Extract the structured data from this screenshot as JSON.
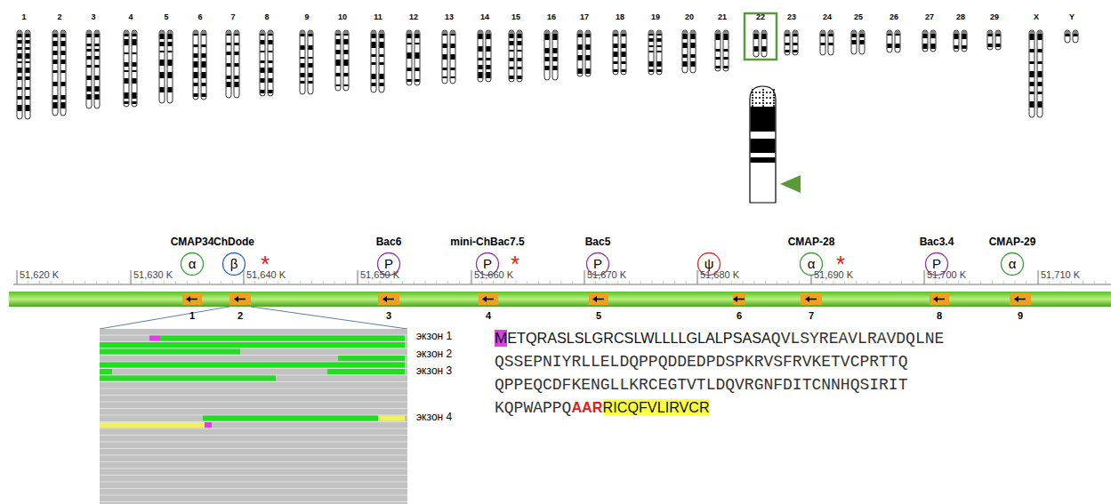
{
  "diagram": {
    "nodes": [
      {
        "text": [
          "CMAP34",
          "α"
        ]
      },
      {
        "text": [
          "ChDode",
          "β"
        ]
      },
      {
        "text": [
          "Bac6",
          "P"
        ]
      },
      {
        "text": [
          "mini-ChBac7.5",
          "P"
        ]
      },
      {
        "text": [
          "Bac5",
          "P"
        ]
      },
      {
        "text": [
          "ψ"
        ]
      },
      {
        "text": [
          "CMAP-28",
          "α"
        ]
      },
      {
        "text": [
          "Bac3.4",
          "P"
        ]
      },
      {
        "text": [
          "CMAP-29",
          "α"
        ]
      }
    ],
    "edges": [],
    "labels": [
      "1",
      "2",
      "3",
      "4",
      "5",
      "6",
      "7",
      "8",
      "9",
      "10",
      "11",
      "12",
      "13",
      "14",
      "15",
      "16",
      "17",
      "18",
      "19",
      "20",
      "21",
      "22",
      "23",
      "24",
      "25",
      "26",
      "27",
      "28",
      "29",
      "X",
      "Y",
      "51,620 K",
      "51,630 K",
      "51,640 K",
      "51,650 K",
      "51,660 K",
      "51,670 K",
      "51,680 K",
      "51,690 K",
      "51,700 K",
      "51,710 K",
      "*",
      "*",
      "*",
      "1",
      "2",
      "3",
      "4",
      "5",
      "6",
      "7",
      "8",
      "9",
      "экзон 1",
      "экзон 2",
      "экзон 3",
      "экзон 4",
      "M",
      "ETQRASLSLGRCSLWLLLLGLALPSASA",
      "QVLSYREAVLRAVDQLNE",
      "QSSEPNIYRLLELDQPPQDDEDPDSPKRVSFRVKETVCPRTTQ",
      "QPPEQCDFKENGLLKRCEGTVTLDQVRGNFDITCNNHQSIRIT",
      "KQPWAPPQ",
      "AAR",
      "RICQFVLIRVCR"
    ]
  }
}
